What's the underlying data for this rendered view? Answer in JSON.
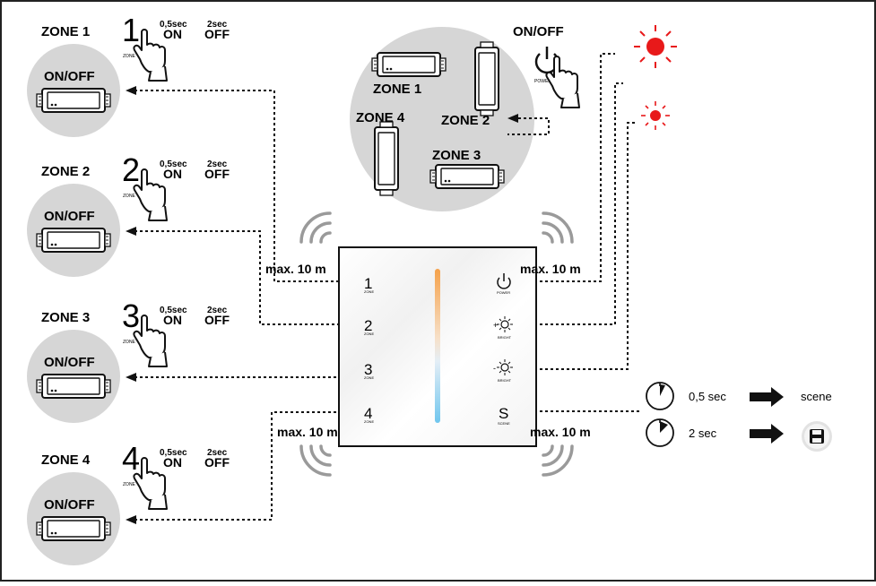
{
  "zones": [
    {
      "title": "ZONE 1",
      "number": "1",
      "press_short": "0,5sec",
      "press_short_action": "ON",
      "press_long": "2sec",
      "press_long_action": "OFF",
      "circle_label": "ON/OFF"
    },
    {
      "title": "ZONE 2",
      "number": "2",
      "press_short": "0,5sec",
      "press_short_action": "ON",
      "press_long": "2sec",
      "press_long_action": "OFF",
      "circle_label": "ON/OFF"
    },
    {
      "title": "ZONE 3",
      "number": "3",
      "press_short": "0,5sec",
      "press_short_action": "ON",
      "press_long": "2sec",
      "press_long_action": "OFF",
      "circle_label": "ON/OFF"
    },
    {
      "title": "ZONE 4",
      "number": "4",
      "press_short": "0,5sec",
      "press_short_action": "ON",
      "press_long": "2sec",
      "press_long_action": "OFF",
      "circle_label": "ON/OFF"
    }
  ],
  "zone_icon_caption": "ZONE",
  "top_circle": {
    "zones": [
      "ZONE 1",
      "ZONE 2",
      "ZONE 3",
      "ZONE 4"
    ]
  },
  "power": {
    "label": "ON/OFF",
    "caption": "POWER"
  },
  "panel": {
    "left_buttons": [
      {
        "number": "1",
        "caption": "ZONE"
      },
      {
        "number": "2",
        "caption": "ZONE"
      },
      {
        "number": "3",
        "caption": "ZONE"
      },
      {
        "number": "4",
        "caption": "ZONE"
      }
    ],
    "right_buttons": [
      {
        "symbol": "power",
        "caption": "POWER"
      },
      {
        "symbol": "+brightness",
        "caption": "BRIGHT"
      },
      {
        "symbol": "-brightness",
        "caption": "BRIGHT"
      },
      {
        "symbol": "S",
        "caption": "SCENE"
      }
    ]
  },
  "range_labels": [
    "max. 10 m",
    "max. 10 m",
    "max. 10 m",
    "max. 10 m"
  ],
  "scene": {
    "short_time": "0,5 sec",
    "short_result": "scene",
    "long_time": "2 sec",
    "long_result": "save"
  },
  "colors": {
    "indicator_red": "#e8191a",
    "panel_strip_top": "#f5a14a",
    "panel_strip_bottom": "#6fc6ee",
    "zone_circle_grey": "#d6d6d6"
  }
}
